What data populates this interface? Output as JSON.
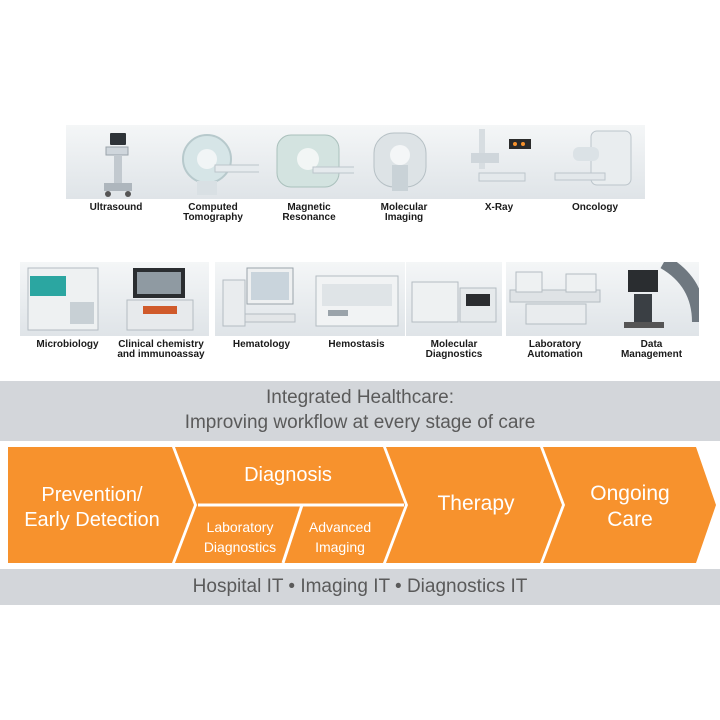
{
  "row1": [
    {
      "label": "Ultrasound",
      "icon": "ultrasound-machine-icon"
    },
    {
      "label": "Computed\nTomography",
      "icon": "ct-scanner-icon"
    },
    {
      "label": "Magnetic\nResonance",
      "icon": "mri-scanner-icon"
    },
    {
      "label": "Molecular\nImaging",
      "icon": "molecular-imaging-scanner-icon"
    },
    {
      "label": "X-Ray",
      "icon": "xray-system-icon"
    },
    {
      "label": "Oncology",
      "icon": "oncology-linac-icon"
    }
  ],
  "row2": [
    {
      "label": "Microbiology",
      "icon": "microbiology-analyzer-icon"
    },
    {
      "label": "Clinical chemistry\nand immunoassay",
      "icon": "chemistry-analyzer-icon"
    },
    {
      "label": "Hematology",
      "icon": "hematology-workstation-icon"
    },
    {
      "label": "Hemostasis",
      "icon": "hemostasis-analyzer-icon"
    },
    {
      "label": "Molecular\nDiagnostics",
      "icon": "molecular-diagnostics-instrument-icon"
    },
    {
      "label": "Laboratory\nAutomation",
      "icon": "lab-automation-track-icon"
    },
    {
      "label": "Data\nManagement",
      "icon": "data-management-workstation-icon"
    }
  ],
  "banner": {
    "line1": "Integrated Healthcare:",
    "line2": "Improving workflow at every stage of care"
  },
  "workflow": {
    "prevention_line1": "Prevention/",
    "prevention_line2": "Early Detection",
    "diagnosis": "Diagnosis",
    "lab_line1": "Laboratory",
    "lab_line2": "Diagnostics",
    "imaging_line1": "Advanced",
    "imaging_line2": "Imaging",
    "therapy": "Therapy",
    "care_line1": "Ongoing",
    "care_line2": "Care"
  },
  "footer": "Hospital IT • Imaging IT • Diagnostics IT",
  "colors": {
    "orange": "#f7922d",
    "orange_dark": "#f08a23",
    "band_gray": "#d3d6da",
    "band_text": "#5a5a5a"
  }
}
